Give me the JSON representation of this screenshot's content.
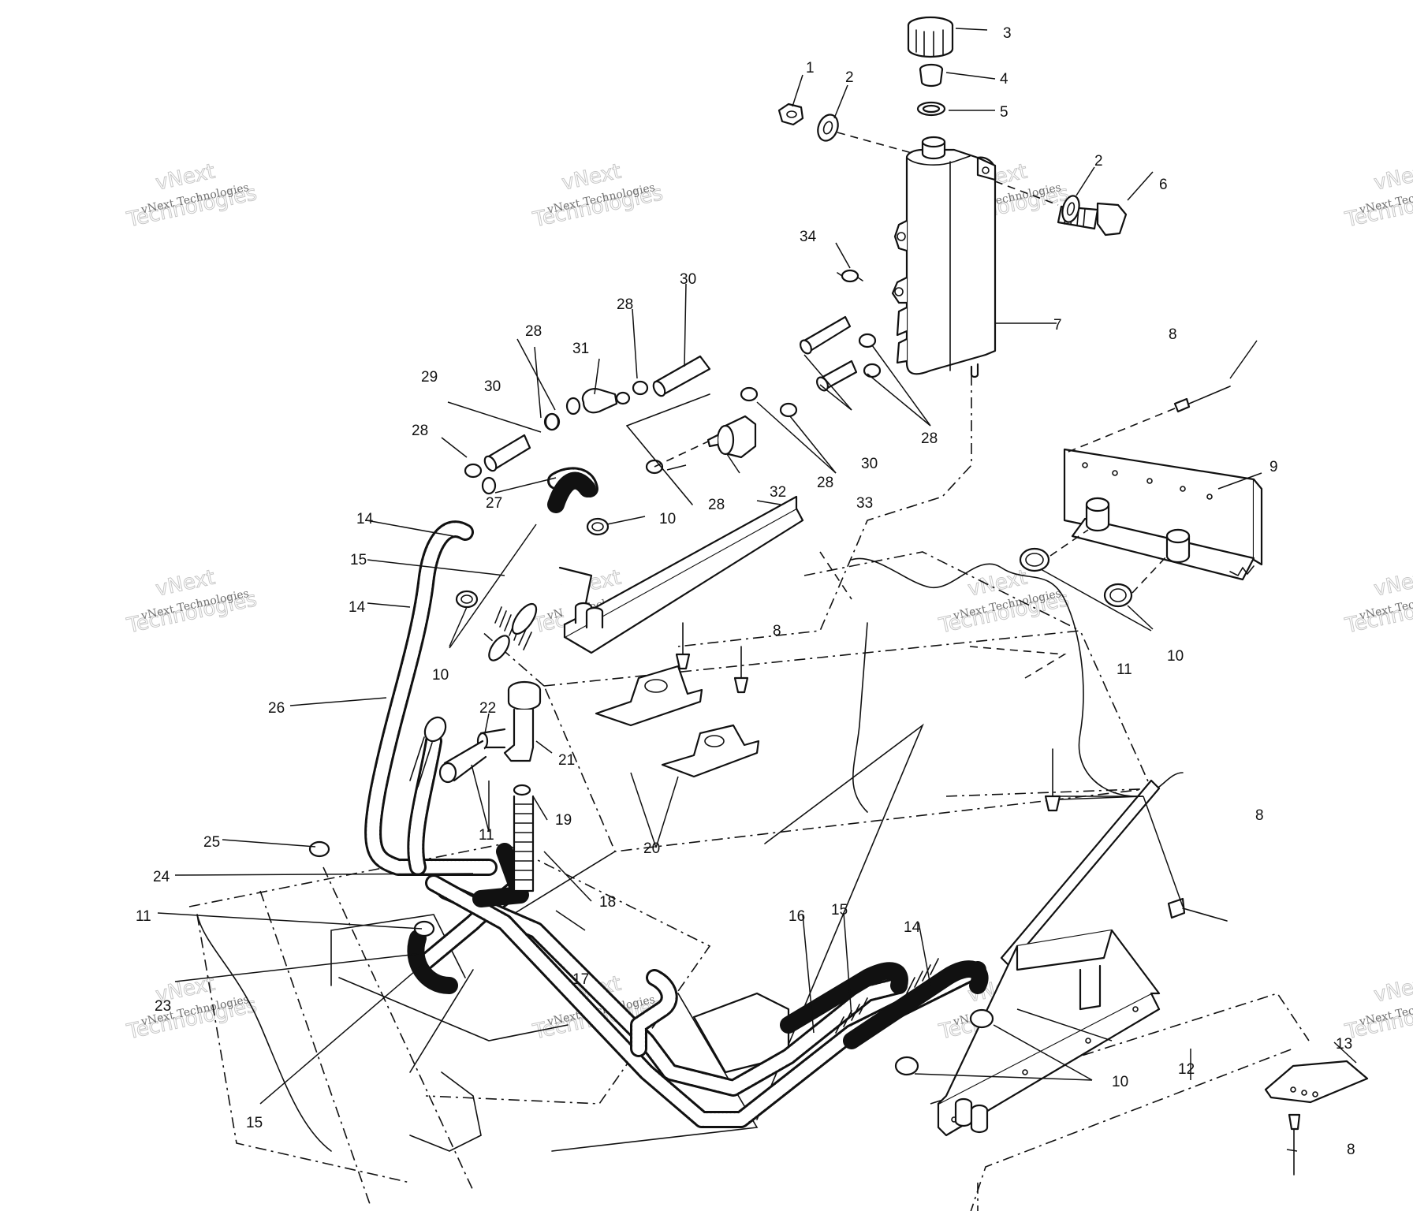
{
  "callouts": [
    {
      "id": "c1",
      "text": "1"
    },
    {
      "id": "c2a",
      "text": "2"
    },
    {
      "id": "c2b",
      "text": "2"
    },
    {
      "id": "c3",
      "text": "3"
    },
    {
      "id": "c4",
      "text": "4"
    },
    {
      "id": "c5",
      "text": "5"
    },
    {
      "id": "c6",
      "text": "6"
    },
    {
      "id": "c7",
      "text": "7"
    },
    {
      "id": "c8a",
      "text": "8"
    },
    {
      "id": "c8b",
      "text": "8"
    },
    {
      "id": "c8c",
      "text": "8"
    },
    {
      "id": "c8d",
      "text": "8"
    },
    {
      "id": "c9",
      "text": "9"
    },
    {
      "id": "c10a",
      "text": "10"
    },
    {
      "id": "c10b",
      "text": "10"
    },
    {
      "id": "c10c",
      "text": "10"
    },
    {
      "id": "c10d",
      "text": "10"
    },
    {
      "id": "c11a",
      "text": "11"
    },
    {
      "id": "c11b",
      "text": "11"
    },
    {
      "id": "c11c",
      "text": "11"
    },
    {
      "id": "c12",
      "text": "12"
    },
    {
      "id": "c13",
      "text": "13"
    },
    {
      "id": "c14a",
      "text": "14"
    },
    {
      "id": "c14b",
      "text": "14"
    },
    {
      "id": "c14c",
      "text": "14"
    },
    {
      "id": "c15a",
      "text": "15"
    },
    {
      "id": "c15b",
      "text": "15"
    },
    {
      "id": "c15c",
      "text": "15"
    },
    {
      "id": "c16",
      "text": "16"
    },
    {
      "id": "c17",
      "text": "17"
    },
    {
      "id": "c18",
      "text": "18"
    },
    {
      "id": "c19",
      "text": "19"
    },
    {
      "id": "c20",
      "text": "20"
    },
    {
      "id": "c21",
      "text": "21"
    },
    {
      "id": "c22",
      "text": "22"
    },
    {
      "id": "c23",
      "text": "23"
    },
    {
      "id": "c24",
      "text": "24"
    },
    {
      "id": "c25",
      "text": "25"
    },
    {
      "id": "c26",
      "text": "26"
    },
    {
      "id": "c27",
      "text": "27"
    },
    {
      "id": "c28a",
      "text": "28"
    },
    {
      "id": "c28b",
      "text": "28"
    },
    {
      "id": "c28c",
      "text": "28"
    },
    {
      "id": "c28d",
      "text": "28"
    },
    {
      "id": "c28e",
      "text": "28"
    },
    {
      "id": "c28f",
      "text": "28"
    },
    {
      "id": "c29",
      "text": "29"
    },
    {
      "id": "c30a",
      "text": "30"
    },
    {
      "id": "c30b",
      "text": "30"
    },
    {
      "id": "c30c",
      "text": "30"
    },
    {
      "id": "c31",
      "text": "31"
    },
    {
      "id": "c32",
      "text": "32"
    },
    {
      "id": "c33",
      "text": "33"
    },
    {
      "id": "c34",
      "text": "34"
    }
  ],
  "watermark": {
    "line1": "vNext Technologies",
    "line2": "vNext",
    "line3": "Technologies"
  }
}
